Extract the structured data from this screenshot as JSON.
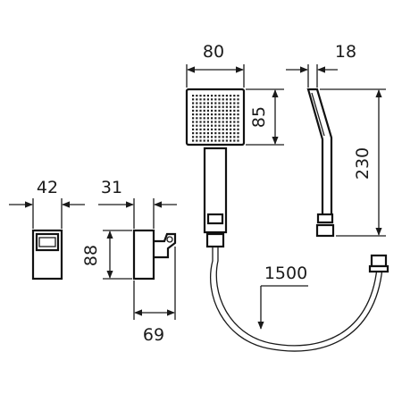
{
  "dimensions": {
    "handset_width": "80",
    "handset_depth": "18",
    "head_height": "85",
    "handset_length": "230",
    "wall_outlet_width": "42",
    "holder_width": "31",
    "holder_height": "88",
    "holder_projection": "69",
    "hose_length": "1500"
  },
  "colors": {
    "line": "#111111",
    "background": "#ffffff"
  }
}
